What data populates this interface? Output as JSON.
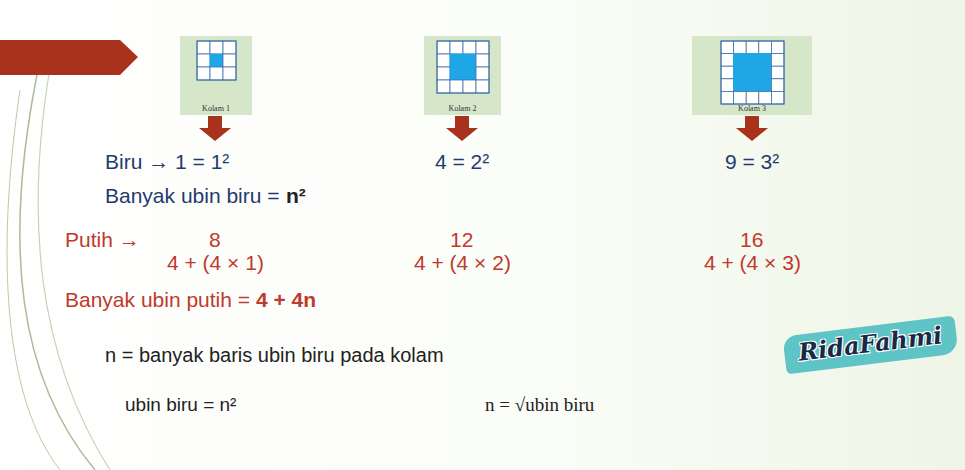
{
  "diagram": {
    "nodes": [
      {
        "text": [
          "Kolam 1"
        ]
      },
      {
        "text": [
          "Kolam 2"
        ]
      },
      {
        "text": [
          "Kolam 3"
        ]
      },
      {
        "text": [
          "RidaFahmi"
        ]
      }
    ],
    "labels": [
      "Biru → 1 = 1²",
      "4 = 2²",
      "9 = 3²",
      "Banyak ubin biru =",
      "n²",
      "Putih →",
      "8",
      "4 + (4 × 1)",
      "12",
      "4 + (4 × 2)",
      "16",
      "4 + (4 × 3)",
      "Banyak ubin putih =",
      "4 + 4n",
      "n = banyak baris ubin biru pada kolam",
      "ubin biru = n²",
      "n = √ubin biru"
    ]
  }
}
